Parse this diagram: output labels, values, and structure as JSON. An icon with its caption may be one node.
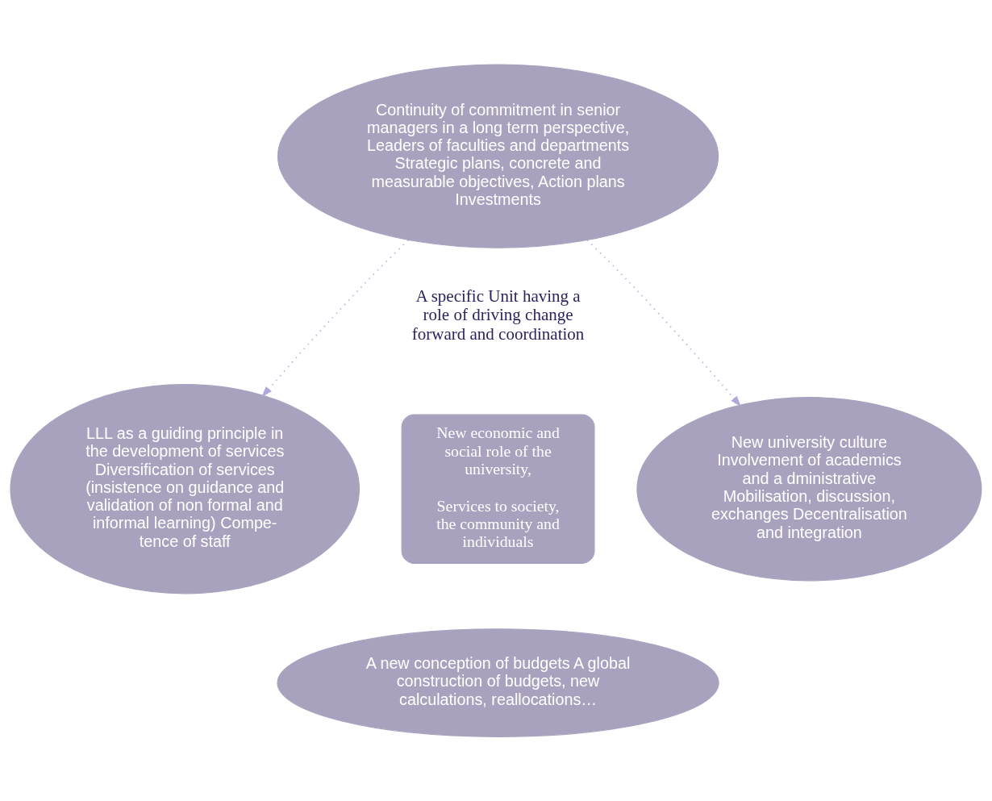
{
  "diagram": {
    "nodes": [
      {
        "text": [
          "Continuity of commitment in senior managers in a long term perspective, Leaders of faculties and departments Strategic plans, concrete and measurable objectives, Action plans Investments"
        ]
      },
      {
        "text": [
          "LLL as a guiding principle in the development of services Diversification of services (insistence on guidance and validation of non formal and informal learning) Compe- tence of staff"
        ]
      },
      {
        "text": [
          "New economic and social role of the university,",
          "Services to society, the community and individuals"
        ]
      },
      {
        "text": [
          "New university culture Involvement of academics and a dministrative Mobilisation, discussion, exchanges Decentralisation and integration"
        ]
      },
      {
        "text": [
          "A new conception of budgets A global construction of budgets, new calculations, reallocations…"
        ]
      }
    ],
    "edges": [
      {
        "from": 0,
        "to": 1,
        "arrow": "to",
        "style": "dashed"
      },
      {
        "from": 0,
        "to": 3,
        "arrow": "to",
        "style": "dashed"
      }
    ],
    "labels": [
      "A specific Unit having a role of driving change forward and coordination"
    ]
  }
}
